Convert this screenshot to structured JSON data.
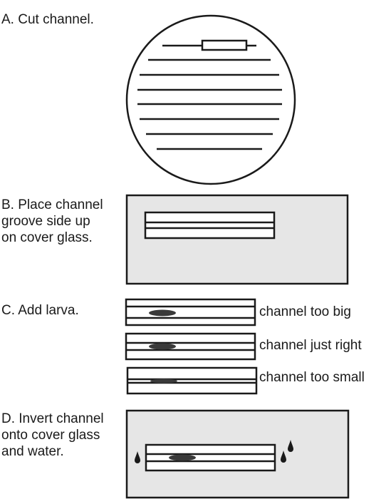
{
  "steps": {
    "a": "A. Cut channel.",
    "b": "B. Place channel\ngroove side up\non cover glass.",
    "c": "C. Add larva.",
    "d": "D. Invert channel\nonto cover glass\nand water."
  },
  "channel_fits": [
    "channel too big",
    "channel just right",
    "channel too small"
  ],
  "colors": {
    "line": "#1a1a1a",
    "glass": "#e6e6e6",
    "larva": "#3a3a3a"
  }
}
